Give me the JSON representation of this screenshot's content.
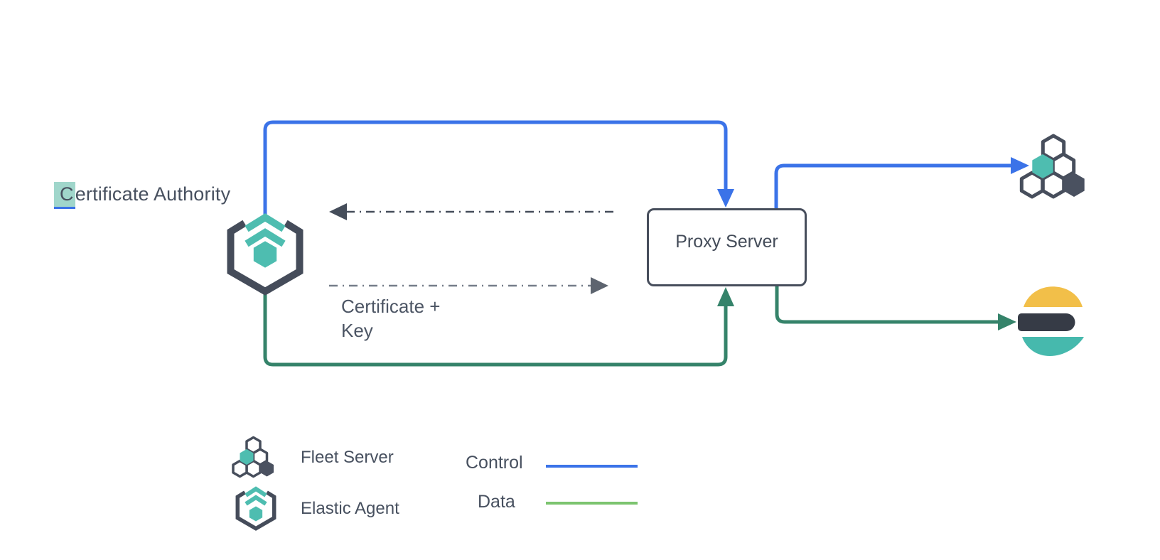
{
  "canvas": {
    "labels": {
      "certificate_authority_first": "C",
      "certificate_authority_rest": "ertificate Authority",
      "proxy_server": "Proxy Server",
      "certificate_key": "Certificate +\nKey"
    },
    "legend": {
      "fleet_server": "Fleet Server",
      "elastic_agent": "Elastic Agent",
      "control": "Control",
      "data": "Data"
    },
    "icons": {
      "elastic_agent": "elastic-agent-icon",
      "fleet_server": "fleet-server-icon",
      "elasticsearch": "elasticsearch-icon"
    },
    "colors": {
      "control_line": "#3b73e8",
      "data_line": "#35836a",
      "legend_data_line": "#7cc46f",
      "slate_outline": "#474e5c",
      "teal": "#4ebdb0",
      "elastic_yellow": "#f2bf49",
      "elastic_dark": "#363b46",
      "text": "#47505f",
      "selection_highlight": "#a0d6cb",
      "dashed_arrow_dark": "#454d5a",
      "dashed_arrow_gray": "#757d89"
    }
  }
}
